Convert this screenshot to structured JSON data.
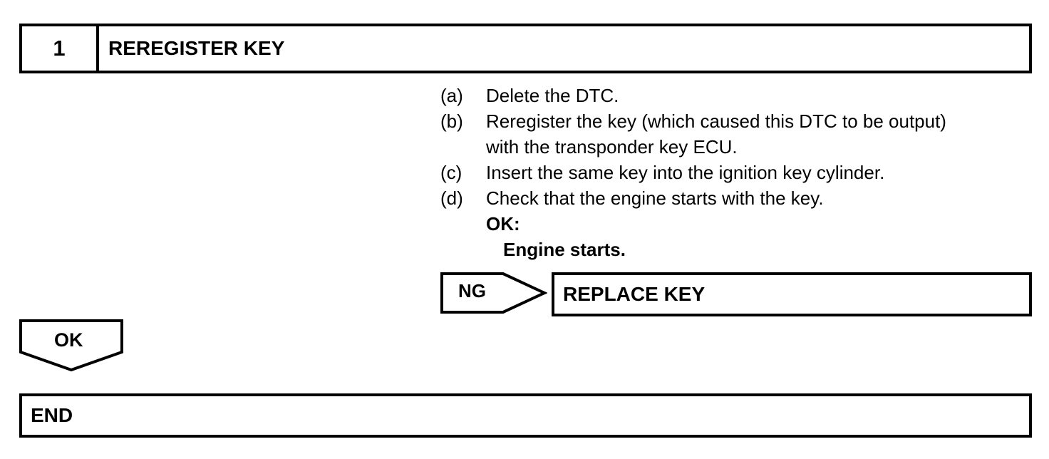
{
  "step": {
    "number": "1",
    "title": "REREGISTER KEY"
  },
  "instructions": [
    {
      "letter": "(a)",
      "text": "Delete the DTC."
    },
    {
      "letter": "(b)",
      "text": "Reregister the key (which caused this DTC to be output)",
      "continuation": "with the transponder key ECU."
    },
    {
      "letter": "(c)",
      "text": "Insert the same key into the ignition key cylinder."
    },
    {
      "letter": "(d)",
      "text": "Check that the engine starts with the key."
    }
  ],
  "result": {
    "label": "OK:",
    "value": "Engine starts."
  },
  "ng_branch": {
    "label": "NG",
    "action": "REPLACE KEY"
  },
  "ok_branch": {
    "label": "OK"
  },
  "end": {
    "label": "END"
  }
}
